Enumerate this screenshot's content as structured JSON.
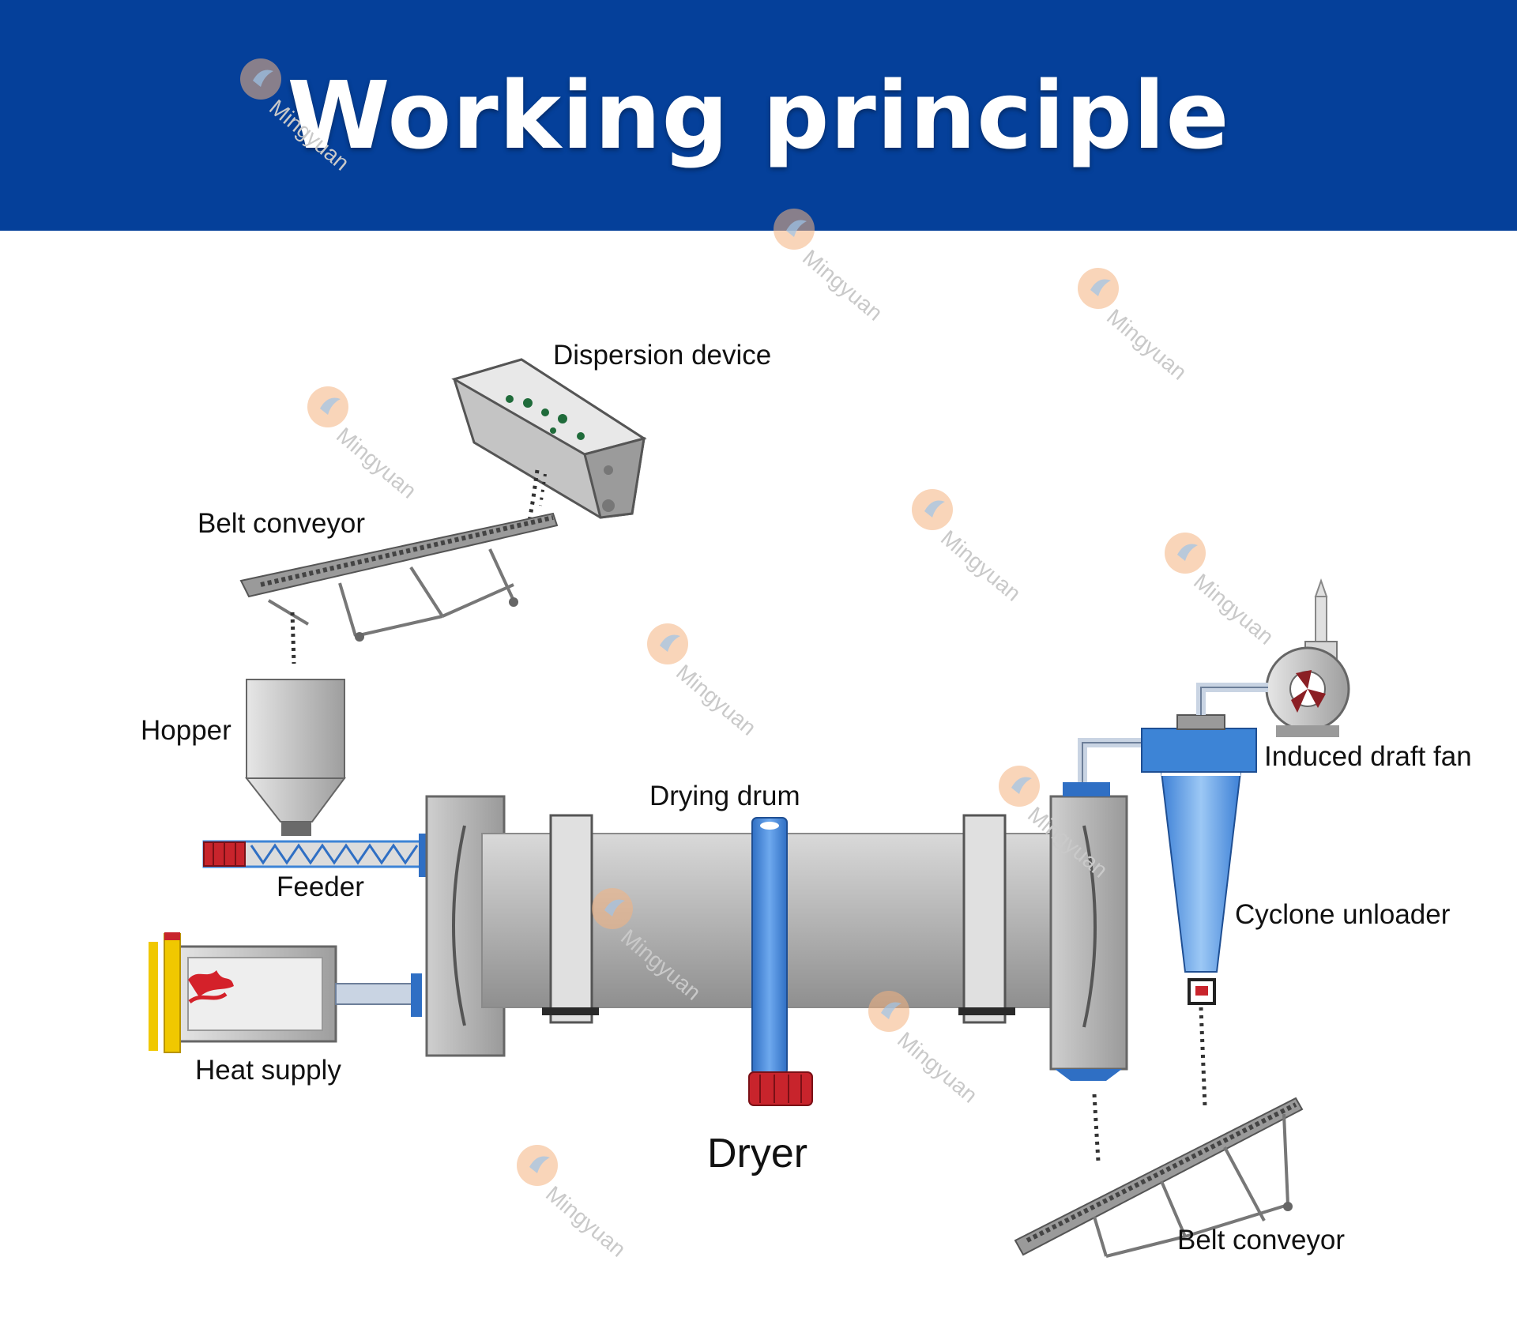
{
  "header": {
    "title": "Working principle"
  },
  "watermark": {
    "text": "Mingyuan"
  },
  "labels": {
    "dispersion_device": "Dispersion device",
    "belt_conveyor_top": "Belt conveyor",
    "hopper": "Hopper",
    "feeder": "Feeder",
    "heat_supply": "Heat supply",
    "drying_drum": "Drying drum",
    "dryer": "Dryer",
    "induced_draft_fan": "Induced draft fan",
    "cyclone_unloader": "Cyclone unloader",
    "belt_conveyor_bottom": "Belt conveyor"
  },
  "colors": {
    "header_bg": "#05409a",
    "drum_gray": "#b9b9b9",
    "blue_part": "#3d84d6",
    "cyclone_blue": "#5a9be6",
    "motor_red": "#c8242c",
    "heater_yellow": "#f0c800"
  }
}
